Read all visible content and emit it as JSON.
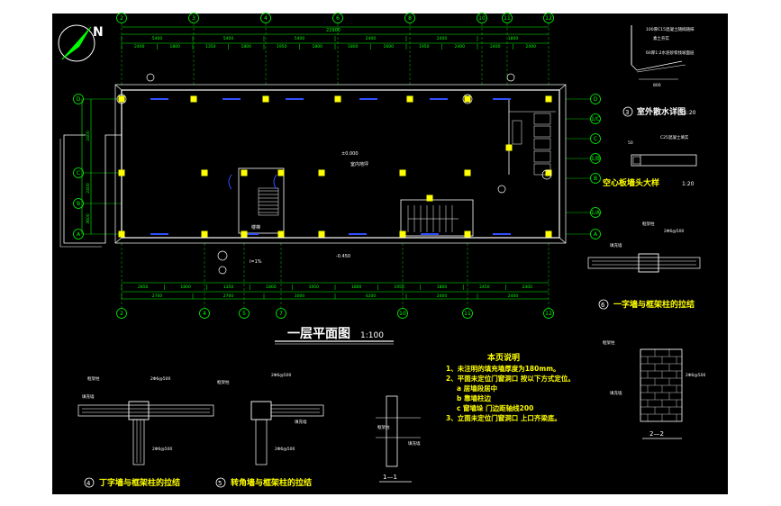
{
  "north": "N",
  "title": {
    "main": "一层平面图",
    "scale": "1:100"
  },
  "grid": {
    "top": [
      "2",
      "3",
      "4",
      "6",
      "8",
      "10",
      "11",
      "12"
    ],
    "bottom": [
      "2",
      "4",
      "5",
      "7",
      "10",
      "11",
      "12"
    ],
    "left": [
      "D",
      "C",
      "B",
      "A"
    ],
    "right": [
      "D",
      "1/C",
      "C",
      "1/B",
      "B",
      "1/A",
      "A"
    ]
  },
  "dims": {
    "total": "22900",
    "top_row1": [
      "5400",
      "5400",
      "5400",
      "2400",
      "2400",
      "1800"
    ],
    "top_row2": [
      "2400",
      "1800",
      "1350",
      "1800",
      "1950",
      "1800",
      "1800",
      "1600",
      "1950",
      "2400",
      "2400",
      "2400"
    ],
    "bottom_row1": [
      "2850",
      "1800",
      "1350",
      "1800",
      "1950",
      "1800",
      "1950",
      "1800",
      "2450",
      "2400"
    ],
    "bottom_row2": [
      "2700",
      "2700",
      "3000",
      "4200",
      "2400",
      "2400"
    ],
    "left": [
      "2400",
      "2400",
      "3600"
    ]
  },
  "plan_labels": {
    "elev1": "±0.000",
    "elev2": "-0.450",
    "slope": "i=1%",
    "room": "室内地坪",
    "stair": "楼梯"
  },
  "details": {
    "d3_title": "室外散水详图",
    "d3_num": "3",
    "d3_scale": "1:20",
    "d3_lines": [
      "100厚C15混凝土随捣随抹",
      "素土夯实",
      "60厚1:2水泥砂浆找坡面层"
    ],
    "d3_width": "800",
    "lintel_title": "空心板墙头大样",
    "lintel_scale": "1:20",
    "lintel_note": "C25混凝土填实",
    "lintel_dim": "50",
    "d6_title": "一字墙与框架柱的拉结",
    "d6_num": "6",
    "d4_title": "丁字墙与框架柱的拉结",
    "d4_num": "4",
    "d5_title": "转角墙与框架柱的拉结",
    "d5_num": "5",
    "sec11": "1—1",
    "sec22": "2—2",
    "rebar": "2Φ6@500",
    "frame_col": "框架柱",
    "wall": "填充墙"
  },
  "notes": {
    "heading": "本页说明",
    "items": [
      "1、未注明的填充墙厚度为180mm。",
      "2、平面未定位门窗洞口 按以下方式定位。",
      "a 居墙段居中",
      "b 靠墙柱边",
      "c 窗墙垛 门边距轴线200",
      "3、立面未定位门窗洞口 上口齐梁底。"
    ]
  }
}
